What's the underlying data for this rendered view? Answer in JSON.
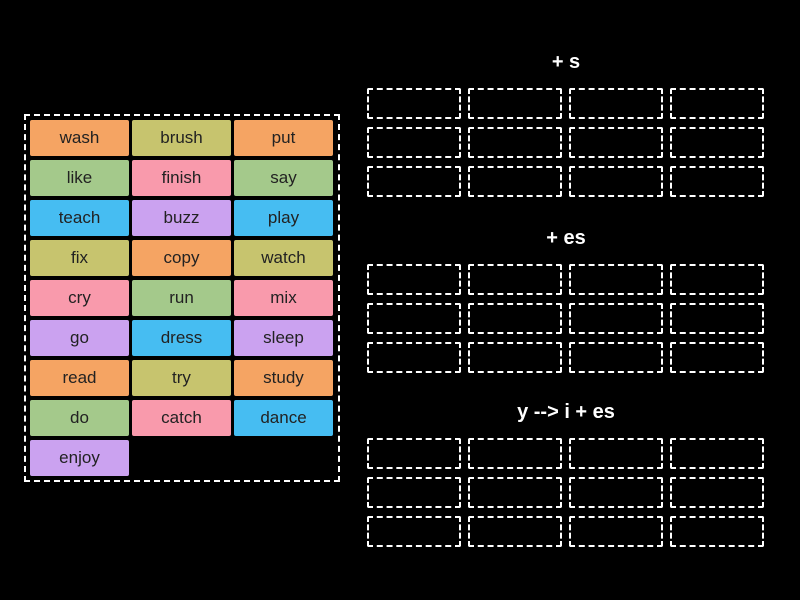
{
  "palette": {
    "background": "#000000",
    "border": "#ffffff",
    "tile_text": "#222222",
    "title_text": "#ffffff",
    "orange": "#f5a463",
    "khaki": "#c7c46e",
    "green": "#a4c98b",
    "pink": "#f99aac",
    "blue": "#46bdf2",
    "purple": "#cba2f0"
  },
  "word_bank": {
    "columns": 3,
    "tiles": [
      {
        "label": "wash",
        "color": "orange"
      },
      {
        "label": "brush",
        "color": "khaki"
      },
      {
        "label": "put",
        "color": "orange"
      },
      {
        "label": "like",
        "color": "green"
      },
      {
        "label": "finish",
        "color": "pink"
      },
      {
        "label": "say",
        "color": "green"
      },
      {
        "label": "teach",
        "color": "blue"
      },
      {
        "label": "buzz",
        "color": "purple"
      },
      {
        "label": "play",
        "color": "blue"
      },
      {
        "label": "fix",
        "color": "khaki"
      },
      {
        "label": "copy",
        "color": "orange"
      },
      {
        "label": "watch",
        "color": "khaki"
      },
      {
        "label": "cry",
        "color": "pink"
      },
      {
        "label": "run",
        "color": "green"
      },
      {
        "label": "mix",
        "color": "pink"
      },
      {
        "label": "go",
        "color": "purple"
      },
      {
        "label": "dress",
        "color": "blue"
      },
      {
        "label": "sleep",
        "color": "purple"
      },
      {
        "label": "read",
        "color": "orange"
      },
      {
        "label": "try",
        "color": "khaki"
      },
      {
        "label": "study",
        "color": "orange"
      },
      {
        "label": "do",
        "color": "green"
      },
      {
        "label": "catch",
        "color": "pink"
      },
      {
        "label": "dance",
        "color": "blue"
      },
      {
        "label": "enjoy",
        "color": "purple"
      }
    ]
  },
  "groups": [
    {
      "title": "+ s",
      "slots": {
        "columns": 4,
        "rows": 3
      }
    },
    {
      "title": "+ es",
      "slots": {
        "columns": 4,
        "rows": 3
      }
    },
    {
      "title": "y --> i + es",
      "slots": {
        "columns": 4,
        "rows": 3
      }
    }
  ]
}
